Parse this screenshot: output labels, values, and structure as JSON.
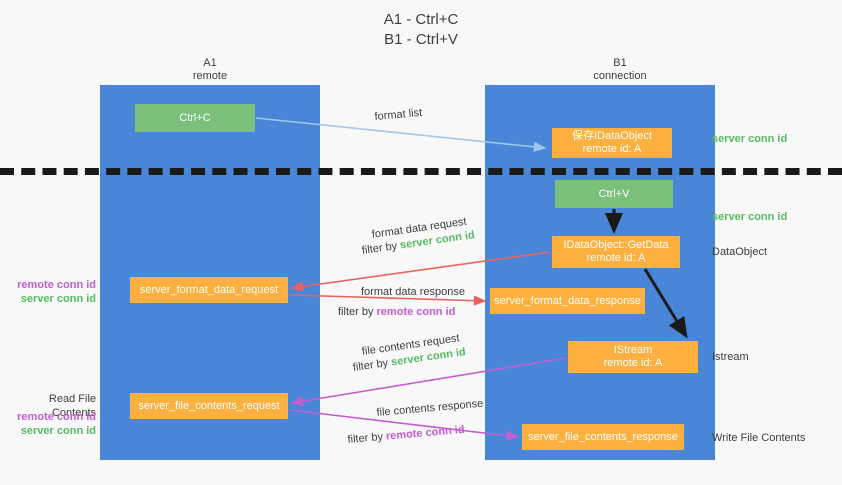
{
  "title": "A1 - Ctrl+C\nB1 - Ctrl+V",
  "columns": {
    "left": {
      "name": "A1",
      "role": "remote",
      "header": "A1\nremote"
    },
    "right": {
      "name": "B1",
      "role": "connection",
      "header": "B1\nconnection"
    }
  },
  "nodes": {
    "ctrl_c": {
      "label": "Ctrl+C",
      "color": "#7bc07b"
    },
    "ctrl_v": {
      "label": "Ctrl+V",
      "color": "#7bc07b"
    },
    "idataobject_save": {
      "label": "保存IDataObject\nremote id: A",
      "color": "#fbb03f"
    },
    "getdata": {
      "label": "IDataObject::GetData\nremote id: A",
      "color": "#fbb03f"
    },
    "istream": {
      "label": "IStream\nremote id: A",
      "color": "#fbb03f"
    },
    "server_format_data_request": {
      "label": "server_format_data_request",
      "color": "#fbb03f"
    },
    "server_format_data_response": {
      "label": "server_format_data_response",
      "color": "#fbb03f"
    },
    "server_file_contents_request": {
      "label": "server_file_contents_request",
      "color": "#fbb03f"
    },
    "server_file_contents_response": {
      "label": "server_file_contents_response",
      "color": "#fbb03f"
    }
  },
  "edge_labels": {
    "format_list": "format list",
    "format_data_request": "format data request",
    "format_data_request_filter_prefix": "filter by ",
    "format_data_request_filter_key": "server conn id",
    "format_data_response": "format data response",
    "format_data_response_filter_prefix": "filter by ",
    "format_data_response_filter_key": "remote conn id",
    "file_contents_request": "file contents request",
    "file_contents_request_filter_prefix": "filter by ",
    "file_contents_request_filter_key": "server conn id",
    "file_contents_response": "file contents response",
    "file_contents_response_filter_prefix": "filter by ",
    "file_contents_response_filter_key": "remote conn id"
  },
  "annotations": {
    "right": {
      "server_conn_id_top": "server conn id",
      "server_conn_id_mid": "server conn id",
      "dataobject": "DataObject",
      "istream": "Istream",
      "write_file_contents": "Write File Contents"
    },
    "left": {
      "remote_conn_id_1": "remote conn id",
      "server_conn_id_1": "server conn id",
      "read_file_contents": "Read File Contents",
      "remote_conn_id_2": "remote conn id",
      "server_conn_id_2": "server conn id"
    }
  },
  "colors": {
    "background": "#f8f8f8",
    "lane": "#4a86d8",
    "green_node": "#7bc07b",
    "orange_node": "#fbb03f",
    "green_text": "#57bb63",
    "purple_text": "#c45ed0",
    "arrow_blue": "#9fc8ea",
    "arrow_red": "#e8635e",
    "arrow_magenta": "#c45ed0",
    "arrow_black": "#1a1a1a",
    "divider": "#1a1a1a"
  }
}
